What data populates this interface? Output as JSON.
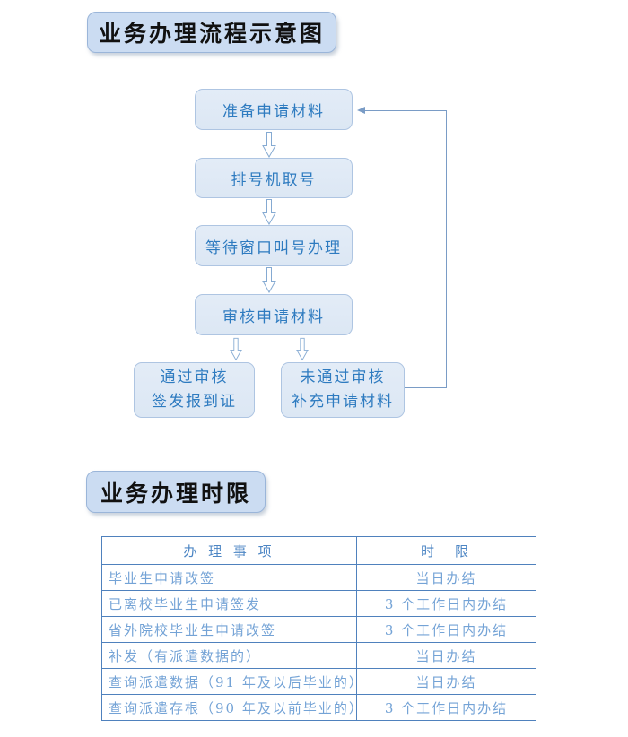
{
  "page": {
    "flow_title": "业务办理流程示意图",
    "table_title": "业务办理时限"
  },
  "flowchart": {
    "steps": [
      "准备申请材料",
      "排号机取号",
      "等待窗口叫号办理",
      "审核申请材料"
    ],
    "outcomes": {
      "pass": {
        "line1": "通过审核",
        "line2": "签发报到证"
      },
      "fail": {
        "line1": "未通过审核",
        "line2": "补充申请材料"
      }
    }
  },
  "table": {
    "headers": {
      "item": "办 理 事 项",
      "limit": "时　限"
    },
    "rows": [
      {
        "item": "毕业生申请改签",
        "limit": "当日办结"
      },
      {
        "item": "已离校毕业生申请签发",
        "limit": "3 个工作日内办结"
      },
      {
        "item": "省外院校毕业生申请改签",
        "limit": "3 个工作日内办结"
      },
      {
        "item": "补发（有派遣数据的）",
        "limit": "当日办结"
      },
      {
        "item": "查询派遣数据（91 年及以后毕业的）",
        "limit": "当日办结"
      },
      {
        "item": "查询派遣存根（90 年及以前毕业的）",
        "limit": "3 个工作日内办结"
      }
    ]
  },
  "colors": {
    "box_fill": "#dce7f4",
    "box_border": "#aec5e2",
    "title_fill": "#cbdcf2",
    "title_border": "#9ab5d9",
    "flow_text": "#2e7bc0",
    "connector": "#7a9cc6",
    "table_border": "#4f81bd",
    "table_text": "#74a3d6",
    "table_header_text": "#4d86c4"
  }
}
